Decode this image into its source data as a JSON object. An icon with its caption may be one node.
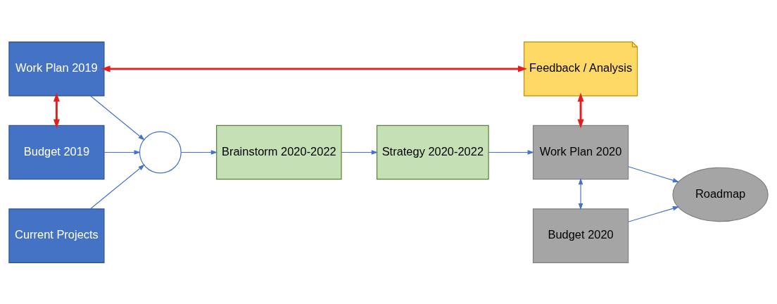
{
  "diagram": {
    "nodes": [
      {
        "text": [
          "Work Plan 2019"
        ]
      },
      {
        "text": [
          "Budget 2019"
        ]
      },
      {
        "text": [
          "Current Projects"
        ]
      },
      {
        "text": [],
        "shape": "circle"
      },
      {
        "text": [
          "Brainstorm 2020-2022"
        ]
      },
      {
        "text": [
          "Strategy 2020-2022"
        ]
      },
      {
        "text": [
          "Feedback / Analysis"
        ]
      },
      {
        "text": [
          "Work Plan 2020"
        ]
      },
      {
        "text": [
          "Budget 2020"
        ]
      },
      {
        "text": [
          "Roadmap"
        ]
      }
    ],
    "edges": [
      {
        "from": 0,
        "to": 3,
        "arrow": "to"
      },
      {
        "from": 1,
        "to": 3,
        "arrow": "to"
      },
      {
        "from": 2,
        "to": 3,
        "arrow": "to"
      },
      {
        "from": 3,
        "to": 4,
        "arrow": "to"
      },
      {
        "from": 4,
        "to": 5,
        "arrow": "to"
      },
      {
        "from": 5,
        "to": 7,
        "arrow": "to"
      },
      {
        "from": 0,
        "to": 1,
        "arrow": "both",
        "style": "thick",
        "color": "#e41e1e"
      },
      {
        "from": 0,
        "to": 6,
        "arrow": "both",
        "style": "thick",
        "color": "#e41e1e"
      },
      {
        "from": 6,
        "to": 7,
        "arrow": "both",
        "style": "thick",
        "color": "#e41e1e"
      },
      {
        "from": 7,
        "to": 8,
        "arrow": "both"
      },
      {
        "from": 7,
        "to": 9,
        "arrow": "to"
      },
      {
        "from": 8,
        "to": 9,
        "arrow": "to"
      }
    ]
  }
}
